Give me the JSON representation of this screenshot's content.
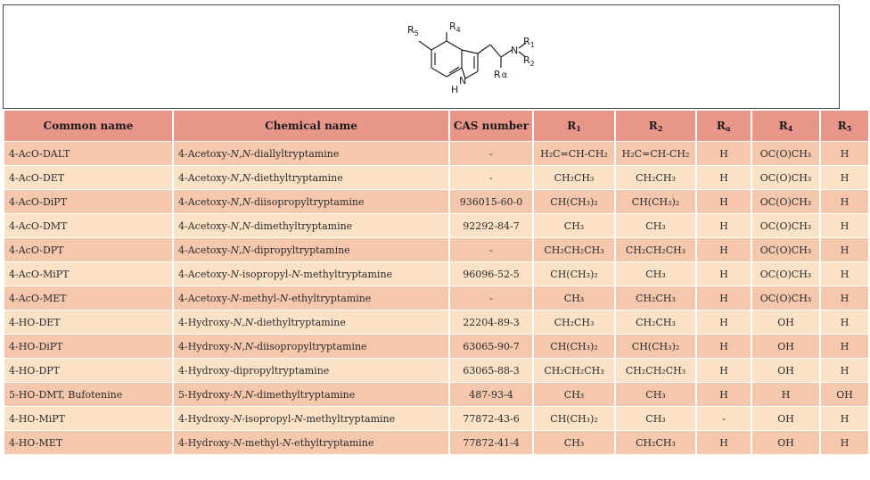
{
  "structure": {
    "labels": {
      "r5": "R",
      "r5_sub": "5",
      "r4": "R",
      "r4_sub": "4",
      "n": "N",
      "r1": "R",
      "r1_sub": "1",
      "r2": "R",
      "r2_sub": "2",
      "nh_n": "N",
      "nh_h": "H",
      "ralpha": "R",
      "ralpha_sub": "α"
    }
  },
  "table": {
    "headers": {
      "common": "Common name",
      "chemical": "Chemical name",
      "cas": "CAS number",
      "r1": "R",
      "r1_sub": "1",
      "r2": "R",
      "r2_sub": "2",
      "ra": "R",
      "ra_sub": "α",
      "r4": "R",
      "r4_sub": "4",
      "r5": "R",
      "r5_sub": "5"
    },
    "rows": [
      {
        "common": "4-AcO-DALT",
        "chem_pre": "4-Acetoxy-",
        "chem_it1": "N",
        "chem_mid": ",",
        "chem_it2": "N",
        "chem_post": "-diallyltryptamine",
        "cas": "-",
        "r1": "H₂C=CH-CH₂",
        "r2": "H₂C=CH-CH₂",
        "ra": "H",
        "r4": "OC(O)CH₃",
        "r5": "H"
      },
      {
        "common": "4-AcO-DET",
        "chem_pre": "4-Acetoxy-",
        "chem_it1": "N",
        "chem_mid": ",",
        "chem_it2": "N",
        "chem_post": "-diethyltryptamine",
        "cas": "-",
        "r1": "CH₂CH₃",
        "r2": "CH₂CH₃",
        "ra": "H",
        "r4": "OC(O)CH₃",
        "r5": "H"
      },
      {
        "common": "4-AcO-DiPT",
        "chem_pre": "4-Acetoxy-",
        "chem_it1": "N",
        "chem_mid": ",",
        "chem_it2": "N",
        "chem_post": "-diisopropyltryptamine",
        "cas": "936015-60-0",
        "r1": "CH(CH₃)₂",
        "r2": "CH(CH₃)₂",
        "ra": "H",
        "r4": "OC(O)CH₃",
        "r5": "H"
      },
      {
        "common": "4-AcO-DMT",
        "chem_pre": "4-Acetoxy-",
        "chem_it1": "N",
        "chem_mid": ",",
        "chem_it2": "N",
        "chem_post": "-dimethyltryptamine",
        "cas": "92292-84-7",
        "r1": "CH₃",
        "r2": "CH₃",
        "ra": "H",
        "r4": "OC(O)CH₃",
        "r5": "H"
      },
      {
        "common": "4-AcO-DPT",
        "chem_pre": "4-Acetoxy-",
        "chem_it1": "N",
        "chem_mid": ",",
        "chem_it2": "N",
        "chem_post": "-dipropyltryptamine",
        "cas": "-",
        "r1": "CH₂CH₂CH₃",
        "r2": "CH₂CH₂CH₃",
        "ra": "H",
        "r4": "OC(O)CH₃",
        "r5": "H"
      },
      {
        "common": "4-AcO-MiPT",
        "chem_pre": "4-Acetoxy-",
        "chem_it1": "N",
        "chem_mid": "-isopropyl-",
        "chem_it2": "N",
        "chem_post": "-methyltryptamine",
        "cas": "96096-52-5",
        "r1": "CH(CH₃)₂",
        "r2": "CH₃",
        "ra": "H",
        "r4": "OC(O)CH₃",
        "r5": "H"
      },
      {
        "common": "4-AcO-MET",
        "chem_pre": "4-Acetoxy-",
        "chem_it1": "N",
        "chem_mid": "-methyl-",
        "chem_it2": "N",
        "chem_post": "-ethyltryptamine",
        "cas": "-",
        "r1": "CH₃",
        "r2": "CH₂CH₃",
        "ra": "H",
        "r4": "OC(O)CH₃",
        "r5": "H"
      },
      {
        "common": "4-HO-DET",
        "chem_pre": "4-Hydroxy-",
        "chem_it1": "N",
        "chem_mid": ",",
        "chem_it2": "N",
        "chem_post": "-diethyltryptamine",
        "cas": "22204-89-3",
        "r1": "CH₂CH₃",
        "r2": "CH₂CH₃",
        "ra": "H",
        "r4": "OH",
        "r5": "H"
      },
      {
        "common": "4-HO-DiPT",
        "chem_pre": "4-Hydroxy-",
        "chem_it1": "N",
        "chem_mid": ",",
        "chem_it2": "N",
        "chem_post": "-diisopropyltryptamine",
        "cas": "63065-90-7",
        "r1": "CH(CH₃)₂",
        "r2": "CH(CH₃)₂",
        "ra": "H",
        "r4": "OH",
        "r5": "H"
      },
      {
        "common": "4-HO-DPT",
        "chem_pre": "4-Hydroxy-dipropyltryptamine",
        "chem_it1": "",
        "chem_mid": "",
        "chem_it2": "",
        "chem_post": "",
        "cas": "63065-88-3",
        "r1": "CH₂CH₂CH₃",
        "r2": "CH₂CH₂CH₃",
        "ra": "H",
        "r4": "OH",
        "r5": "H"
      },
      {
        "common": "5-HO-DMT, Bufotenine",
        "chem_pre": "5-Hydroxy-",
        "chem_it1": "N",
        "chem_mid": ",",
        "chem_it2": "N",
        "chem_post": "-dimethyltryptamine",
        "cas": "487-93-4",
        "r1": "CH₃",
        "r2": "CH₃",
        "ra": "H",
        "r4": "H",
        "r5": "OH"
      },
      {
        "common": "4-HO-MiPT",
        "chem_pre": "4-Hydroxy-",
        "chem_it1": "N",
        "chem_mid": "-isopropyl-",
        "chem_it2": "N",
        "chem_post": "-methyltryptamine",
        "cas": "77872-43-6",
        "r1": "CH(CH₃)₂",
        "r2": "CH₃",
        "ra": "-",
        "r4": "OH",
        "r5": "H"
      },
      {
        "common": "4-HO-MET",
        "chem_pre": "4-Hydroxy-",
        "chem_it1": "N",
        "chem_mid": "-methyl-",
        "chem_it2": "N",
        "chem_post": "-ethyltryptamine",
        "cas": "77872-41-4",
        "r1": "CH₃",
        "r2": "CH₂CH₃",
        "ra": "H",
        "r4": "OH",
        "r5": "H"
      }
    ]
  }
}
